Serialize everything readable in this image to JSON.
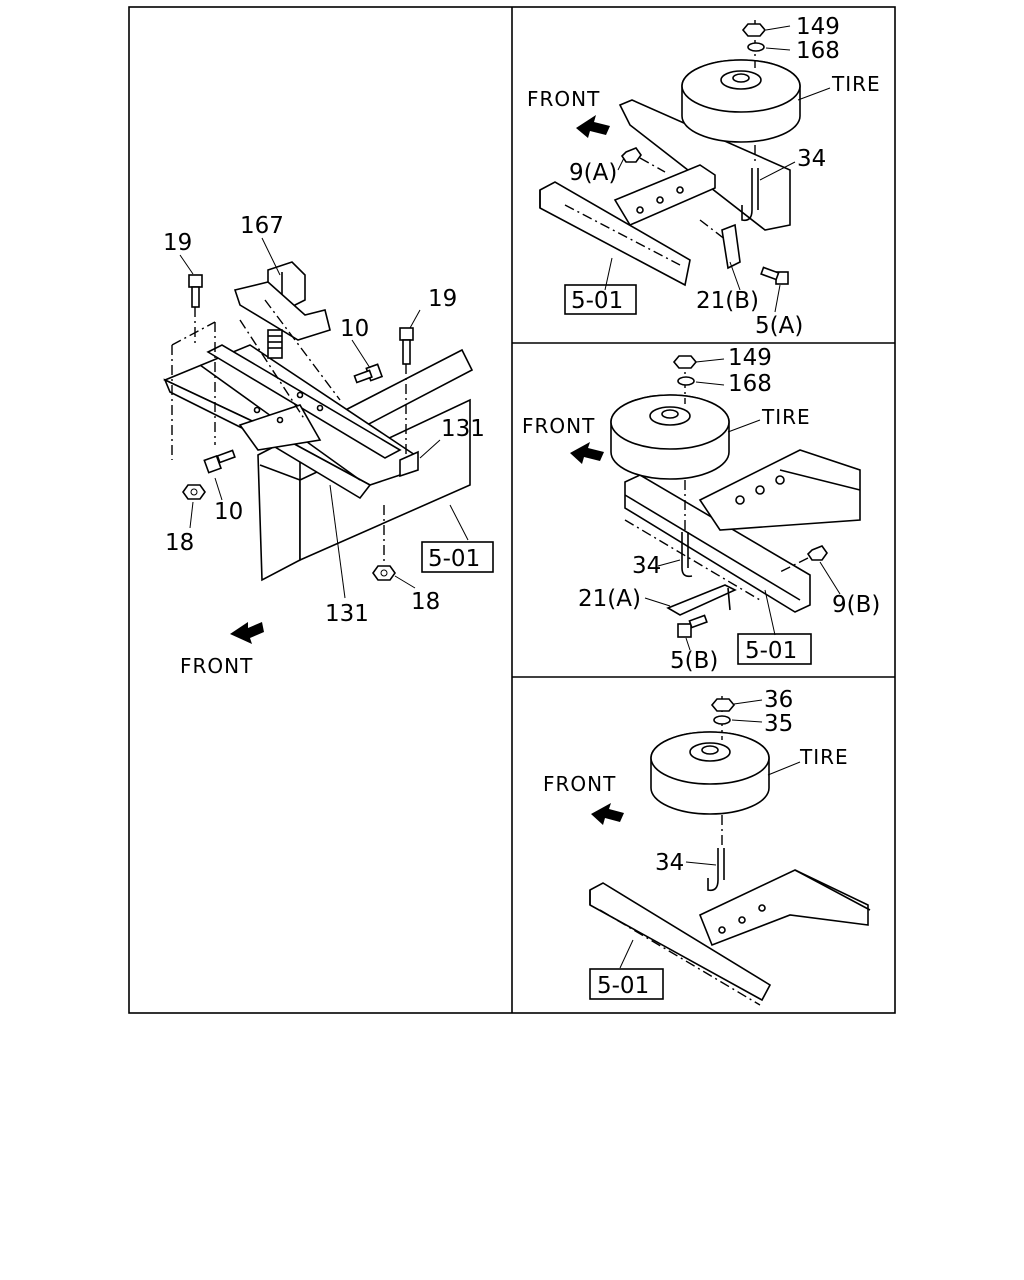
{
  "panel_left": {
    "callouts": [
      "167",
      "19",
      "19",
      "10",
      "131",
      "10",
      "18",
      "131",
      "18"
    ],
    "ref_box": "5-01",
    "front_label": "FRONT"
  },
  "panel_top_right": {
    "callouts": [
      "149",
      "168",
      "TIRE",
      "34",
      "9(A)",
      "21(B)",
      "5(A)"
    ],
    "ref_box": "5-01",
    "front_label": "FRONT"
  },
  "panel_mid_right": {
    "callouts": [
      "149",
      "168",
      "TIRE",
      "34",
      "21(A)",
      "5(B)",
      "9(B)"
    ],
    "ref_box": "5-01",
    "front_label": "FRONT"
  },
  "panel_bottom_right": {
    "callouts": [
      "36",
      "35",
      "TIRE",
      "34"
    ],
    "ref_box": "5-01",
    "front_label": "FRONT"
  }
}
